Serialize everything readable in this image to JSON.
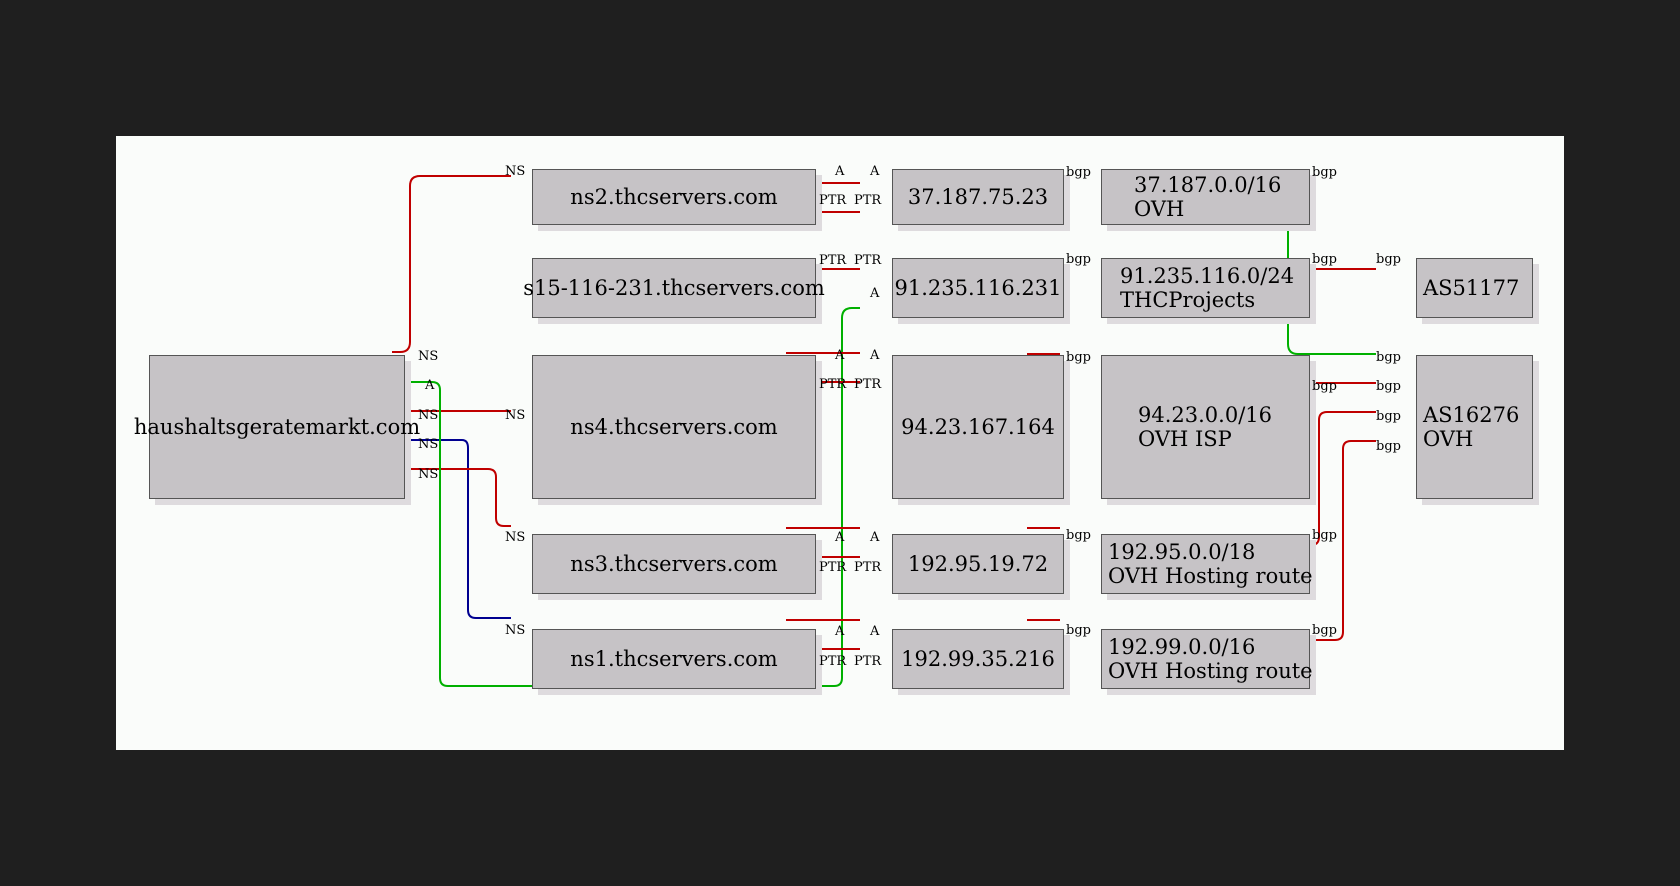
{
  "nodes": {
    "domain": "haushaltsgeratemarkt.com",
    "ns2": "ns2.thcservers.com",
    "s15": "s15-116-231.thcservers.com",
    "ns4": "ns4.thcservers.com",
    "ns3": "ns3.thcservers.com",
    "ns1": "ns1.thcservers.com",
    "ip1": "37.187.75.23",
    "ip2": "91.235.116.231",
    "ip3": "94.23.167.164",
    "ip4": "192.95.19.72",
    "ip5": "192.99.35.216",
    "net1": [
      "37.187.0.0/16",
      "OVH"
    ],
    "net2": [
      "91.235.116.0/24",
      "THCProjects"
    ],
    "net3": [
      "94.23.0.0/16",
      "OVH ISP"
    ],
    "net4": [
      "192.95.0.0/18",
      "OVH Hosting route"
    ],
    "net5": [
      "192.99.0.0/16",
      "OVH Hosting route"
    ],
    "as1": "AS51177",
    "as2": [
      "AS16276",
      "OVH"
    ]
  },
  "edge_labels": {
    "ns": "NS",
    "a": "A",
    "ptr": "PTR",
    "bgp": "bgp"
  },
  "colors": {
    "ns_primary": "#c00000",
    "ns_secondary": "#000090",
    "a_record": "#00b000",
    "ptr_bgp": "#c00000",
    "box_fill": "#c6c3c6",
    "canvas_bg": "#fafcfa"
  }
}
